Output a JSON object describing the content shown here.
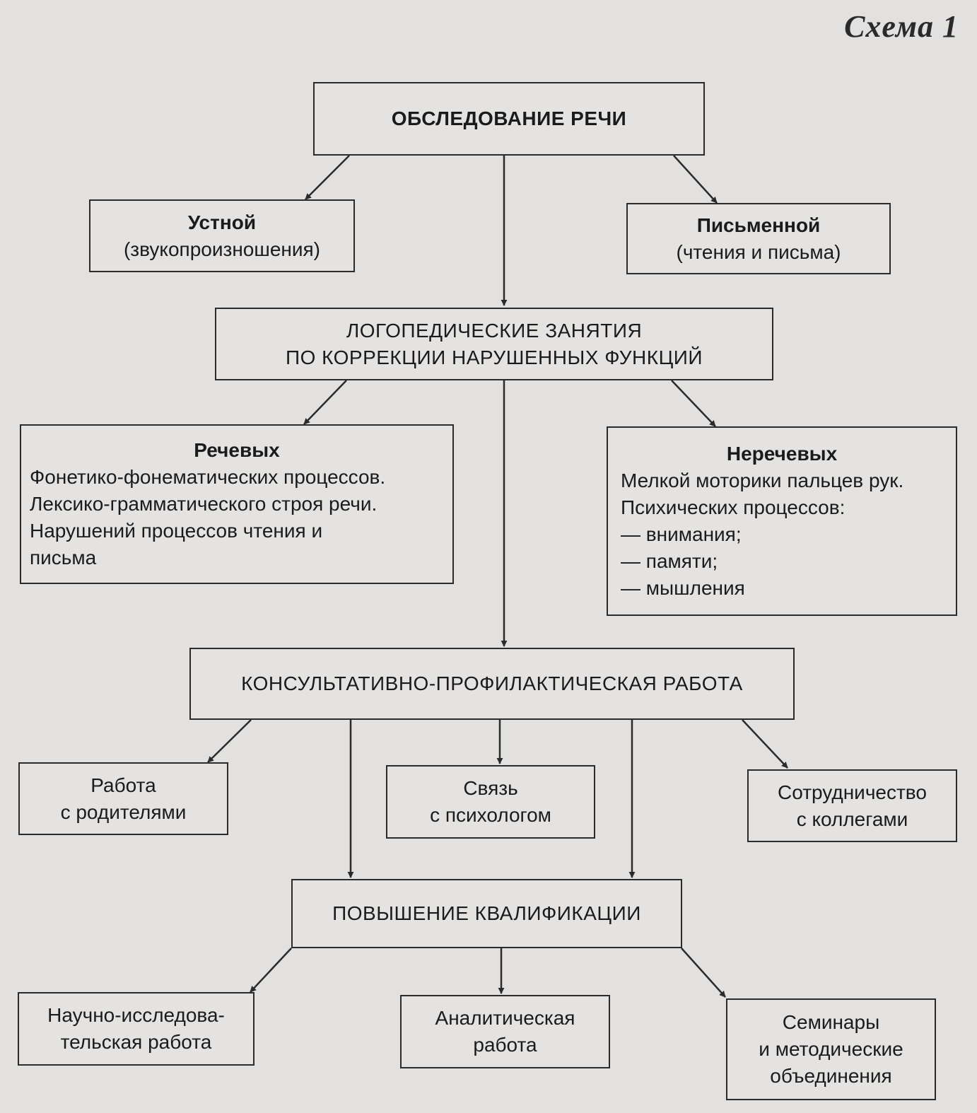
{
  "title": "Схема 1",
  "nodes": {
    "survey": {
      "label": "ОБСЛЕДОВАНИЕ РЕЧИ"
    },
    "oral": {
      "label": "Устной",
      "sub": "(звукопроизношения)"
    },
    "written": {
      "label": "Письменной",
      "sub": "(чтения и письма)"
    },
    "speech_therapy": {
      "line1": "ЛОГОПЕДИЧЕСКИЕ ЗАНЯТИЯ",
      "line2": "ПО КОРРЕКЦИИ НАРУШЕННЫХ ФУНКЦИЙ"
    },
    "speech": {
      "label": "Речевых",
      "items": [
        "Фонетико-фонематических процессов.",
        "Лексико-грамматического строя речи.",
        "Нарушений процессов чтения и",
        "письма"
      ]
    },
    "nonspeech": {
      "label": "Неречевых",
      "items": [
        "Мелкой моторики пальцев рук.",
        "Психических процессов:",
        "— внимания;",
        "— памяти;",
        "— мышления"
      ]
    },
    "consult": {
      "label": "КОНСУЛЬТАТИВНО-ПРОФИЛАКТИЧЕСКАЯ РАБОТА"
    },
    "parents": {
      "line1": "Работа",
      "line2": "с родителями"
    },
    "psychologist": {
      "line1": "Связь",
      "line2": "с психологом"
    },
    "colleagues": {
      "line1": "Сотрудничество",
      "line2": "с коллегами"
    },
    "qualification": {
      "label": "ПОВЫШЕНИЕ КВАЛИФИКАЦИИ"
    },
    "research": {
      "line1": "Научно-исследова-",
      "line2": "тельская работа"
    },
    "analytic": {
      "line1": "Аналитическая",
      "line2": "работа"
    },
    "seminars": {
      "line1": "Семинары",
      "line2": "и методические",
      "line3": "объединения"
    }
  },
  "colors": {
    "background": "#e2e1e0",
    "ink": "#2b2b2b"
  }
}
